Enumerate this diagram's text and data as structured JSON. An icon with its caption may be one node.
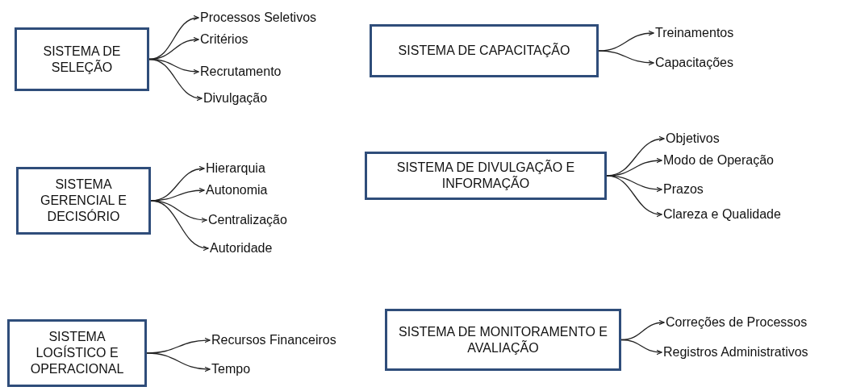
{
  "diagram": {
    "nodes": [
      {
        "text": [
          "SISTEMA DE SELEÇÃO"
        ]
      },
      {
        "text": [
          "Processos Seletivos"
        ]
      },
      {
        "text": [
          "Critérios"
        ]
      },
      {
        "text": [
          "Recrutamento"
        ]
      },
      {
        "text": [
          "Divulgação"
        ]
      },
      {
        "text": [
          "SISTEMA DE CAPACITAÇÃO"
        ]
      },
      {
        "text": [
          "Treinamentos"
        ]
      },
      {
        "text": [
          "Capacitações"
        ]
      },
      {
        "text": [
          "SISTEMA GERENCIAL E DECISÓRIO"
        ]
      },
      {
        "text": [
          "Hierarquia"
        ]
      },
      {
        "text": [
          "Autonomia"
        ]
      },
      {
        "text": [
          "Centralização"
        ]
      },
      {
        "text": [
          "Autoridade"
        ]
      },
      {
        "text": [
          "SISTEMA DE DIVULGAÇÃO E INFORMAÇÃO"
        ]
      },
      {
        "text": [
          "Objetivos"
        ]
      },
      {
        "text": [
          "Modo de Operação"
        ]
      },
      {
        "text": [
          "Prazos"
        ]
      },
      {
        "text": [
          "Clareza e Qualidade"
        ]
      },
      {
        "text": [
          "SISTEMA LOGÍSTICO E OPERACIONAL"
        ]
      },
      {
        "text": [
          "Recursos Financeiros"
        ]
      },
      {
        "text": [
          "Tempo"
        ]
      },
      {
        "text": [
          "SISTEMA DE MONITORAMENTO E AVALIAÇÃO"
        ]
      },
      {
        "text": [
          "Correções de Processos"
        ]
      },
      {
        "text": [
          "Registros Administrativos"
        ]
      }
    ],
    "edges": [
      {
        "from": 0,
        "to": 1,
        "arrow": "to"
      },
      {
        "from": 0,
        "to": 2,
        "arrow": "to"
      },
      {
        "from": 0,
        "to": 3,
        "arrow": "to"
      },
      {
        "from": 0,
        "to": 4,
        "arrow": "to"
      },
      {
        "from": 5,
        "to": 6,
        "arrow": "to"
      },
      {
        "from": 5,
        "to": 7,
        "arrow": "to"
      },
      {
        "from": 8,
        "to": 9,
        "arrow": "to"
      },
      {
        "from": 8,
        "to": 10,
        "arrow": "to"
      },
      {
        "from": 8,
        "to": 11,
        "arrow": "to"
      },
      {
        "from": 8,
        "to": 12,
        "arrow": "to"
      },
      {
        "from": 13,
        "to": 14,
        "arrow": "to"
      },
      {
        "from": 13,
        "to": 15,
        "arrow": "to"
      },
      {
        "from": 13,
        "to": 16,
        "arrow": "to"
      },
      {
        "from": 13,
        "to": 17,
        "arrow": "to"
      },
      {
        "from": 18,
        "to": 19,
        "arrow": "to"
      },
      {
        "from": 18,
        "to": 20,
        "arrow": "to"
      },
      {
        "from": 21,
        "to": 22,
        "arrow": "to"
      },
      {
        "from": 21,
        "to": 23,
        "arrow": "to"
      }
    ]
  }
}
